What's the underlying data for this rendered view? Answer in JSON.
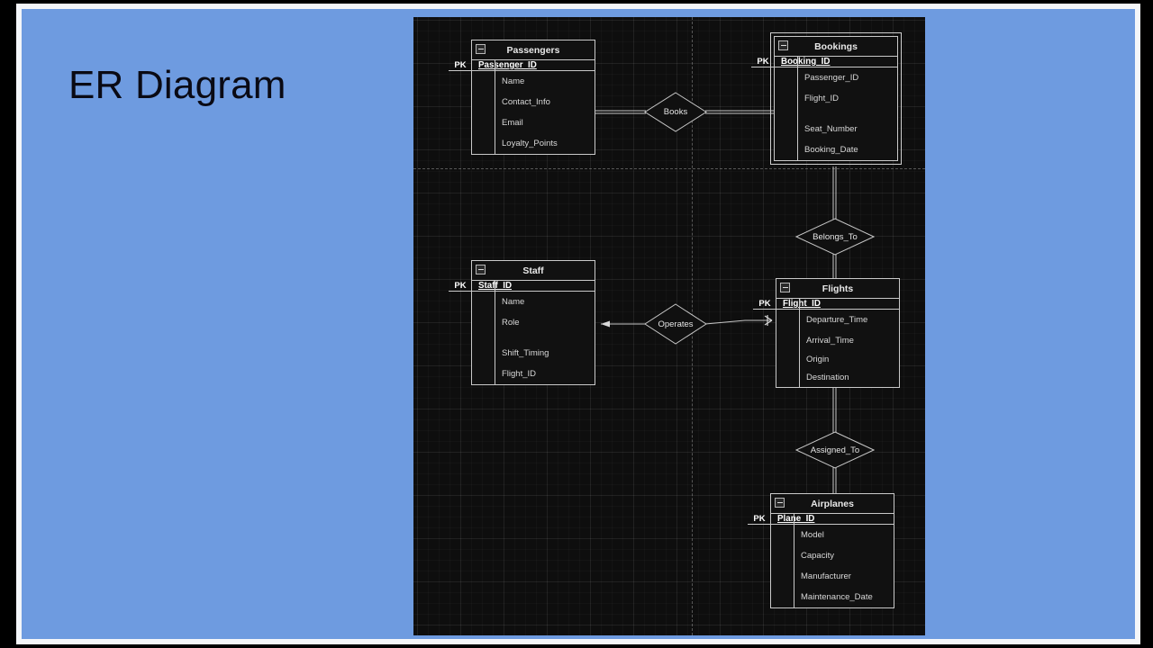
{
  "slide": {
    "title": "ER Diagram",
    "background_color": "#6e9be0",
    "frame_color": "#f4f6f9"
  },
  "canvas": {
    "background_color": "#0e0e0e",
    "grid": "on",
    "guides": {
      "horizontal": 1,
      "vertical": 1
    }
  },
  "diagram": {
    "type": "entity-relationship",
    "entities": [
      {
        "name": "Passengers",
        "collapse_icon": "minimize-icon",
        "pk_label": "PK",
        "pk_field": "Passenger_ID",
        "attributes": [
          "Name",
          "Contact_Info",
          "Email",
          "Loyalty_Points"
        ],
        "selected": false
      },
      {
        "name": "Bookings",
        "collapse_icon": "minimize-icon",
        "pk_label": "PK",
        "pk_field": "Booking_ID",
        "attributes": [
          "Passenger_ID",
          "Flight_ID",
          "",
          "Seat_Number",
          "Booking_Date"
        ],
        "selected": true
      },
      {
        "name": "Staff",
        "collapse_icon": "minimize-icon",
        "pk_label": "PK",
        "pk_field": "Staff_ID",
        "attributes": [
          "Name",
          "Role",
          "",
          "Shift_Timing",
          "Flight_ID"
        ],
        "selected": false
      },
      {
        "name": "Flights",
        "collapse_icon": "minimize-icon",
        "pk_label": "PK",
        "pk_field": "Flight_ID",
        "attributes": [
          "Departure_Time",
          "",
          "Arrival_Time",
          "Origin",
          "Destination"
        ],
        "selected": false
      },
      {
        "name": "Airplanes",
        "collapse_icon": "minimize-icon",
        "pk_label": "PK",
        "pk_field": "Plane_ID",
        "attributes": [
          "Model",
          "Capacity",
          "Manufacturer",
          "Maintenance_Date"
        ],
        "selected": false
      }
    ],
    "relationships": [
      {
        "label": "Books",
        "from": "Passengers",
        "to": "Bookings",
        "orientation": "horizontal"
      },
      {
        "label": "Belongs_To",
        "from": "Bookings",
        "to": "Flights",
        "orientation": "vertical"
      },
      {
        "label": "Operates",
        "from": "Staff",
        "to": "Flights",
        "orientation": "horizontal"
      },
      {
        "label": "Assigned_To",
        "from": "Flights",
        "to": "Airplanes",
        "orientation": "vertical"
      }
    ]
  }
}
